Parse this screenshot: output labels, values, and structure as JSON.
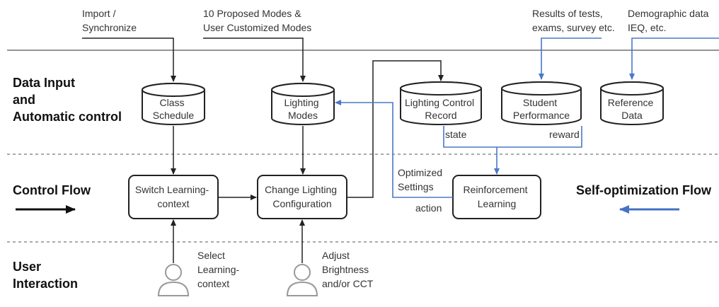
{
  "colors": {
    "blue_flow": "#4472c4",
    "black_flow": "#111111"
  },
  "inputs": {
    "import": [
      "Import /",
      "Synchronize"
    ],
    "modes": [
      "10 Proposed Modes &",
      "User Customized Modes"
    ],
    "results": [
      "Results of tests,",
      "exams, survey etc."
    ],
    "demographic": [
      "Demographic data",
      "IEQ, etc."
    ]
  },
  "lanes": {
    "data_input": [
      "Data Input",
      "and",
      "Automatic control"
    ],
    "control_flow": "Control Flow",
    "self_opt": "Self-optimization Flow",
    "user_interaction": [
      "User",
      "Interaction"
    ]
  },
  "databases": {
    "class_schedule": [
      "Class",
      "Schedule"
    ],
    "lighting_modes": [
      "Lighting",
      "Modes"
    ],
    "lighting_record": [
      "Lighting Control",
      "Record"
    ],
    "student_perf": [
      "Student",
      "Performance"
    ],
    "reference": [
      "Reference",
      "Data"
    ]
  },
  "processes": {
    "switch": [
      "Switch Learning-",
      "context"
    ],
    "change": [
      "Change Lighting",
      "Configuration"
    ],
    "rl": [
      "Reinforcement",
      "Learning"
    ]
  },
  "edge_labels": {
    "state": "state",
    "reward": "reward",
    "optimized": [
      "Optimized",
      "Settings"
    ],
    "action": "action"
  },
  "user_actions": {
    "select": [
      "Select",
      "Learning-",
      "context"
    ],
    "adjust": [
      "Adjust",
      "Brightness",
      "and/or CCT"
    ]
  },
  "icons": [
    "arrow-right-icon",
    "arrow-left-icon",
    "user-icon",
    "database-icon"
  ]
}
